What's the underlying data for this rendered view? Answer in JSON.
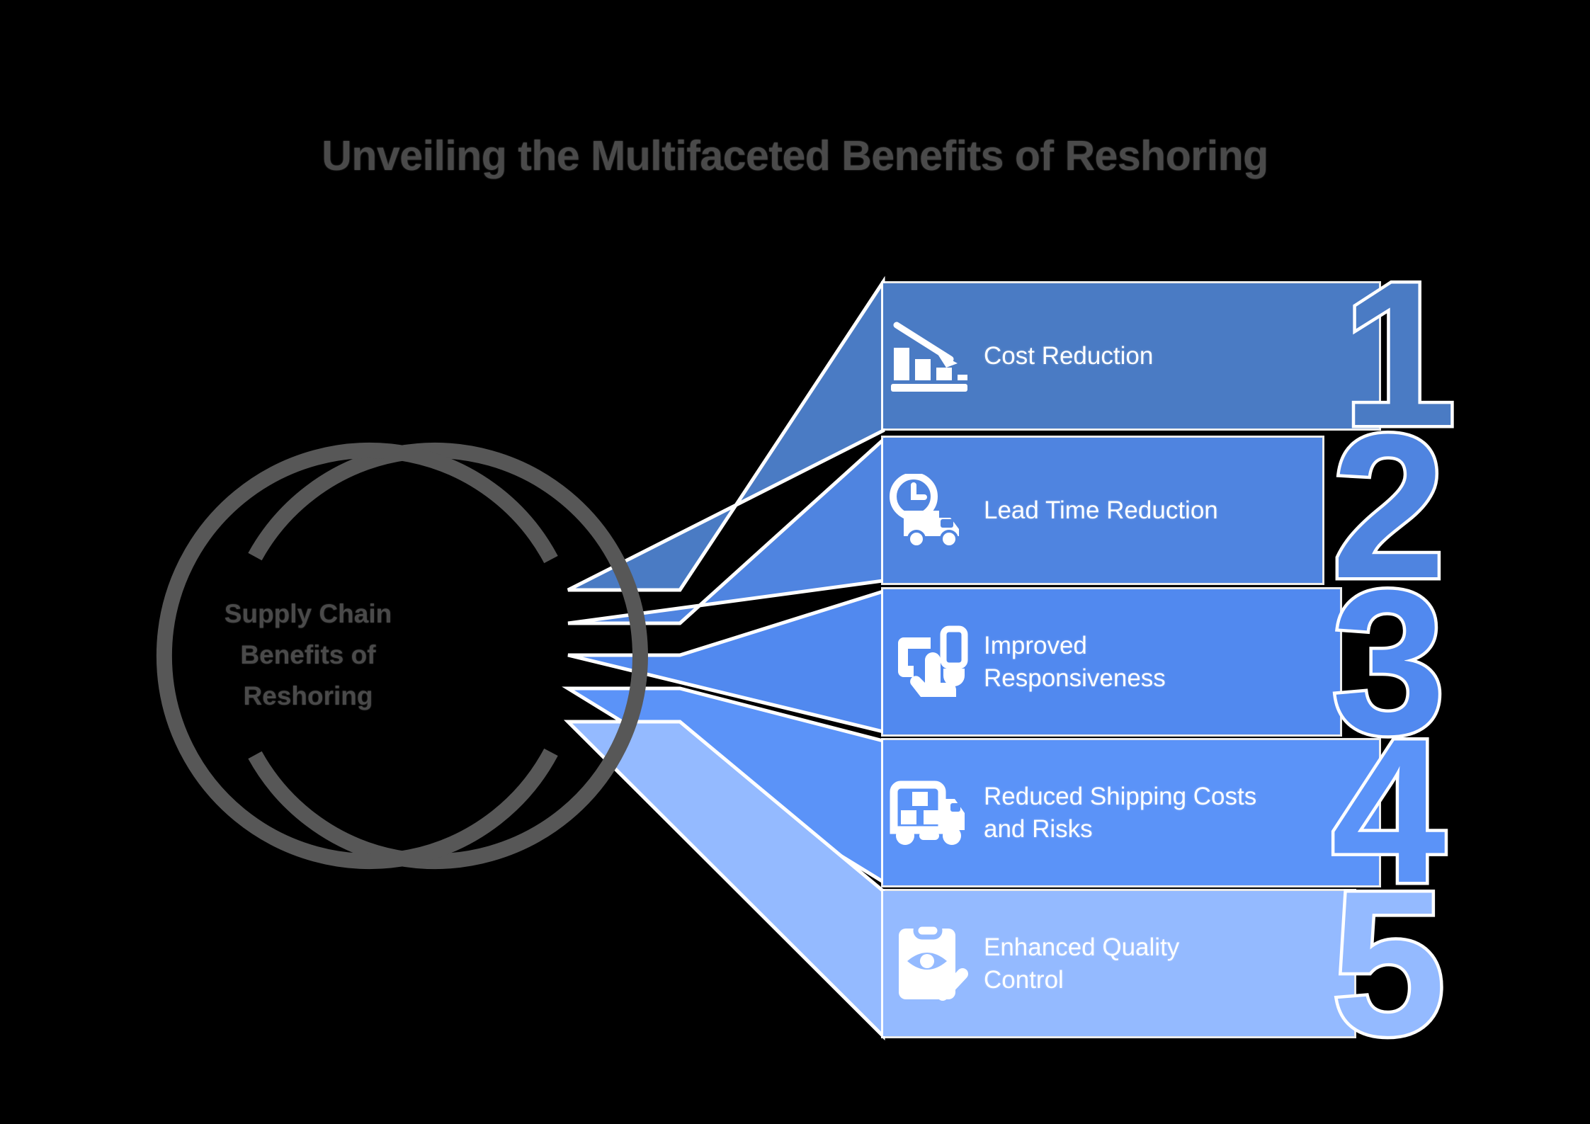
{
  "title": "Unveiling the Multifaceted Benefits of Reshoring",
  "hub": {
    "label": "Supply Chain\nBenefits of\nReshoring",
    "line1": "Supply Chain",
    "line2": "Benefits of",
    "line3": "Reshoring",
    "ring_color": "#575757"
  },
  "background_color": "#000000",
  "title_color": "#4a4a4a",
  "chart_data": {
    "type": "bar",
    "title": "Unveiling the Multifaceted Benefits of Reshoring",
    "categories": [
      "Cost Reduction",
      "Lead Time Reduction",
      "Improved Responsiveness",
      "Reduced Shipping Costs and Risks",
      "Enhanced Quality Control"
    ],
    "values": [
      1,
      2,
      3,
      4,
      5
    ],
    "xlabel": "",
    "ylabel": "",
    "legend": "none",
    "grid": false
  },
  "items": [
    {
      "number": "1",
      "label": "Cost Reduction",
      "label_line1": "Cost Reduction",
      "label_line2": "",
      "icon": "declining-bar-chart-icon",
      "color": "#4a7bc4"
    },
    {
      "number": "2",
      "label": "Lead Time Reduction",
      "label_line1": "Lead Time Reduction",
      "label_line2": "",
      "icon": "clock-truck-icon",
      "color": "#4f84e0"
    },
    {
      "number": "3",
      "label": "Improved Responsiveness",
      "label_line1": "Improved",
      "label_line2": "Responsiveness",
      "icon": "touch-device-icon",
      "color": "#5189ef"
    },
    {
      "number": "4",
      "label": "Reduced Shipping Costs and Risks",
      "label_line1": "Reduced Shipping Costs",
      "label_line2": "and Risks",
      "icon": "cargo-truck-icon",
      "color": "#5b93f8"
    },
    {
      "number": "5",
      "label": "Enhanced Quality Control",
      "label_line1": "Enhanced Quality",
      "label_line2": "Control",
      "icon": "clipboard-quality-check-icon",
      "color": "#94baff"
    }
  ]
}
